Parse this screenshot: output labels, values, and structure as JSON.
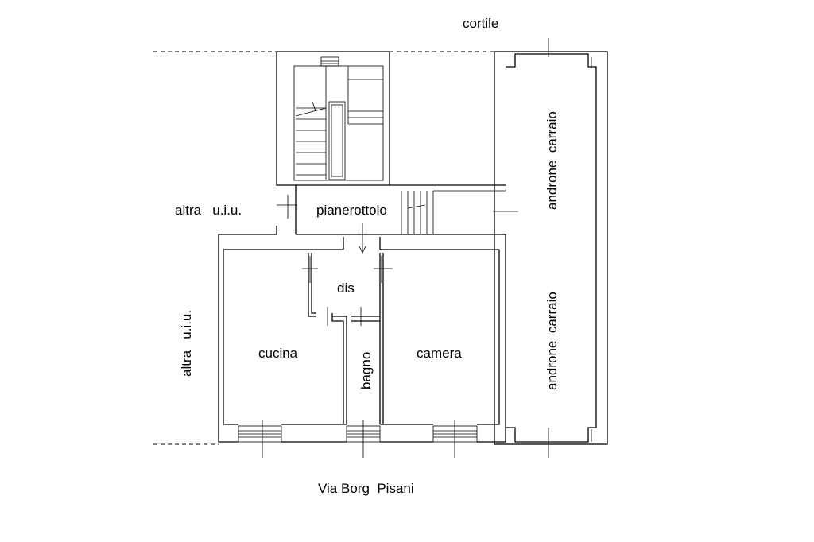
{
  "labels": {
    "cortile": "cortile",
    "street": "Via Borg  Pisani",
    "altra_top": "altra   u.i.u.",
    "altra_left": "altra   u.i.u.",
    "pianerottolo": "pianerottolo",
    "dis": "dis",
    "cucina": "cucina",
    "bagno": "bagno",
    "camera": "camera",
    "androne_top": "androne  carraio",
    "androne_bottom": "androne  carraio"
  },
  "colors": {
    "ink": "#000000",
    "paper": "#ffffff"
  }
}
